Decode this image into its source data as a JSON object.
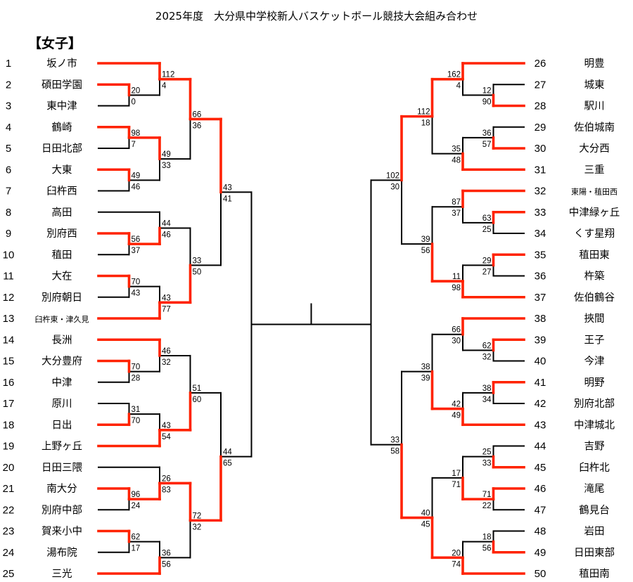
{
  "title": "2025年度　大分県中学校新人バスケットボール競技大会組み合わせ",
  "section_label": "【女子】",
  "colors": {
    "winner_line": "#ff2200",
    "line": "#000000"
  },
  "teams": {
    "left": [
      {
        "no": "1",
        "name": "坂ノ市"
      },
      {
        "no": "2",
        "name": "碩田学園"
      },
      {
        "no": "3",
        "name": "東中津"
      },
      {
        "no": "4",
        "name": "鶴崎"
      },
      {
        "no": "5",
        "name": "日田北部"
      },
      {
        "no": "6",
        "name": "大東"
      },
      {
        "no": "7",
        "name": "臼杵西"
      },
      {
        "no": "8",
        "name": "高田"
      },
      {
        "no": "9",
        "name": "別府西"
      },
      {
        "no": "10",
        "name": "稙田"
      },
      {
        "no": "11",
        "name": "大在"
      },
      {
        "no": "12",
        "name": "別府朝日"
      },
      {
        "no": "13",
        "name": "臼杵東・津久見"
      },
      {
        "no": "14",
        "name": "長洲"
      },
      {
        "no": "15",
        "name": "大分豊府"
      },
      {
        "no": "16",
        "name": "中津"
      },
      {
        "no": "17",
        "name": "原川"
      },
      {
        "no": "18",
        "name": "日出"
      },
      {
        "no": "19",
        "name": "上野ヶ丘"
      },
      {
        "no": "20",
        "name": "日田三隈"
      },
      {
        "no": "21",
        "name": "南大分"
      },
      {
        "no": "22",
        "name": "別府中部"
      },
      {
        "no": "23",
        "name": "賀来小中"
      },
      {
        "no": "24",
        "name": "湯布院"
      },
      {
        "no": "25",
        "name": "三光"
      }
    ],
    "right": [
      {
        "no": "26",
        "name": "明豊"
      },
      {
        "no": "27",
        "name": "城東"
      },
      {
        "no": "28",
        "name": "駅川"
      },
      {
        "no": "29",
        "name": "佐伯城南"
      },
      {
        "no": "30",
        "name": "大分西"
      },
      {
        "no": "31",
        "name": "三重"
      },
      {
        "no": "32",
        "name": "東陽・稙田西"
      },
      {
        "no": "33",
        "name": "中津緑ヶ丘"
      },
      {
        "no": "34",
        "name": "くす星翔"
      },
      {
        "no": "35",
        "name": "稙田東"
      },
      {
        "no": "36",
        "name": "杵築"
      },
      {
        "no": "37",
        "name": "佐伯鶴谷"
      },
      {
        "no": "38",
        "name": "挾間"
      },
      {
        "no": "39",
        "name": "王子"
      },
      {
        "no": "40",
        "name": "今津"
      },
      {
        "no": "41",
        "name": "明野"
      },
      {
        "no": "42",
        "name": "別府北部"
      },
      {
        "no": "43",
        "name": "中津城北"
      },
      {
        "no": "44",
        "name": "吉野"
      },
      {
        "no": "45",
        "name": "臼杵北"
      },
      {
        "no": "46",
        "name": "滝尾"
      },
      {
        "no": "47",
        "name": "鶴見台"
      },
      {
        "no": "48",
        "name": "岩田"
      },
      {
        "no": "49",
        "name": "日田東部"
      },
      {
        "no": "50",
        "name": "稙田南"
      }
    ]
  },
  "bracket": {
    "left": {
      "c": [
        {
          "s": [
            43,
            41
          ],
          "c": [
            {
              "s": [
                66,
                36
              ],
              "c": [
                {
                  "s": [
                    112,
                    4
                  ],
                  "c": [
                    1,
                    {
                      "s": [
                        20,
                        0
                      ],
                      "c": [
                        2,
                        3
                      ]
                    }
                  ]
                },
                {
                  "s": [
                    49,
                    33
                  ],
                  "c": [
                    {
                      "s": [
                        98,
                        7
                      ],
                      "c": [
                        4,
                        5
                      ]
                    },
                    {
                      "s": [
                        49,
                        46
                      ],
                      "c": [
                        6,
                        7
                      ]
                    }
                  ]
                }
              ]
            },
            {
              "s": [
                33,
                50
              ],
              "c": [
                {
                  "s": [
                    44,
                    46
                  ],
                  "c": [
                    8,
                    {
                      "s": [
                        56,
                        37
                      ],
                      "c": [
                        9,
                        10
                      ]
                    }
                  ]
                },
                {
                  "s": [
                    43,
                    77
                  ],
                  "c": [
                    {
                      "s": [
                        70,
                        43
                      ],
                      "c": [
                        11,
                        12
                      ]
                    },
                    13
                  ]
                }
              ]
            }
          ]
        },
        {
          "s": [
            44,
            65
          ],
          "c": [
            {
              "s": [
                51,
                60
              ],
              "c": [
                {
                  "s": [
                    46,
                    32
                  ],
                  "c": [
                    14,
                    {
                      "s": [
                        70,
                        28
                      ],
                      "c": [
                        15,
                        16
                      ]
                    }
                  ]
                },
                {
                  "s": [
                    43,
                    54
                  ],
                  "c": [
                    {
                      "s": [
                        31,
                        70
                      ],
                      "c": [
                        17,
                        18
                      ]
                    },
                    19
                  ]
                }
              ]
            },
            {
              "s": [
                72,
                32
              ],
              "c": [
                {
                  "s": [
                    26,
                    83
                  ],
                  "c": [
                    20,
                    {
                      "s": [
                        96,
                        24
                      ],
                      "c": [
                        21,
                        22
                      ]
                    }
                  ]
                },
                {
                  "s": [
                    36,
                    56
                  ],
                  "c": [
                    {
                      "s": [
                        62,
                        17
                      ],
                      "c": [
                        23,
                        24
                      ]
                    },
                    25
                  ]
                }
              ]
            }
          ]
        }
      ]
    },
    "right": {
      "c": [
        {
          "s": [
            102,
            30
          ],
          "c": [
            {
              "s": [
                112,
                18
              ],
              "c": [
                {
                  "s": [
                    162,
                    4
                  ],
                  "c": [
                    26,
                    {
                      "s": [
                        12,
                        90
                      ],
                      "c": [
                        27,
                        28
                      ]
                    }
                  ]
                },
                {
                  "s": [
                    35,
                    48
                  ],
                  "c": [
                    {
                      "s": [
                        36,
                        57
                      ],
                      "c": [
                        29,
                        30
                      ]
                    },
                    31
                  ]
                }
              ]
            },
            {
              "s": [
                39,
                56
              ],
              "c": [
                {
                  "s": [
                    87,
                    37
                  ],
                  "c": [
                    32,
                    {
                      "s": [
                        63,
                        25
                      ],
                      "c": [
                        33,
                        34
                      ]
                    }
                  ]
                },
                {
                  "s": [
                    11,
                    98
                  ],
                  "c": [
                    {
                      "s": [
                        29,
                        27
                      ],
                      "c": [
                        35,
                        36
                      ]
                    },
                    37
                  ]
                }
              ]
            }
          ]
        },
        {
          "s": [
            33,
            58
          ],
          "c": [
            {
              "s": [
                38,
                39
              ],
              "c": [
                {
                  "s": [
                    66,
                    30
                  ],
                  "c": [
                    38,
                    {
                      "s": [
                        62,
                        32
                      ],
                      "c": [
                        39,
                        40
                      ]
                    }
                  ]
                },
                {
                  "s": [
                    42,
                    49
                  ],
                  "c": [
                    {
                      "s": [
                        38,
                        34
                      ],
                      "c": [
                        41,
                        42
                      ]
                    },
                    43
                  ]
                }
              ]
            },
            {
              "s": [
                40,
                45
              ],
              "c": [
                {
                  "s": [
                    17,
                    71
                  ],
                  "c": [
                    {
                      "s": [
                        25,
                        33
                      ],
                      "c": [
                        44,
                        45
                      ]
                    },
                    {
                      "s": [
                        71,
                        22
                      ],
                      "c": [
                        46,
                        47
                      ]
                    }
                  ]
                },
                {
                  "s": [
                    20,
                    74
                  ],
                  "c": [
                    {
                      "s": [
                        18,
                        56
                      ],
                      "c": [
                        48,
                        49
                      ]
                    },
                    50
                  ]
                }
              ]
            }
          ]
        }
      ]
    }
  }
}
